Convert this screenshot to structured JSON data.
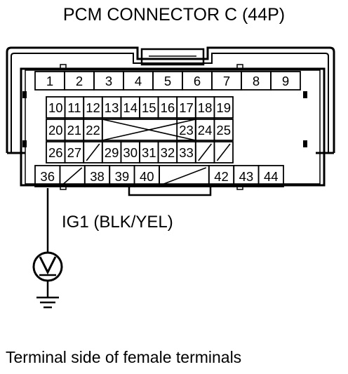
{
  "title": "PCM CONNECTOR C (44P)",
  "caption": "Terminal side of female terminals",
  "wire_label": "IG1 (BLK/YEL)",
  "meter_symbol": "V",
  "icons": [
    "voltmeter-icon",
    "ground-icon"
  ],
  "connector": {
    "rows": [
      [
        "1",
        "2",
        "3",
        "4",
        "5",
        "6",
        "7",
        "8",
        "9"
      ],
      [
        "10",
        "11",
        "12",
        "13",
        "14",
        "15",
        "16",
        "17",
        "18",
        "19"
      ],
      [
        "20",
        "21",
        "22",
        "23",
        "24",
        "25"
      ],
      [
        "26",
        "27",
        "29",
        "30",
        "31",
        "32",
        "33"
      ],
      [
        "36",
        "38",
        "39",
        "40",
        "42",
        "43",
        "44"
      ]
    ],
    "probed_terminal": "36"
  }
}
